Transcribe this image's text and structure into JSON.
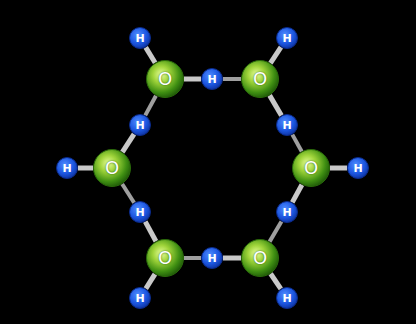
{
  "diagram": {
    "nodes": [
      {
        "text": [
          "H"
        ]
      },
      {
        "text": [
          "H"
        ]
      },
      {
        "text": [
          "O"
        ]
      },
      {
        "text": [
          "H"
        ]
      },
      {
        "text": [
          "O"
        ]
      },
      {
        "text": [
          "H"
        ]
      },
      {
        "text": [
          "H"
        ]
      },
      {
        "text": [
          "H"
        ]
      },
      {
        "text": [
          "O"
        ]
      },
      {
        "text": [
          "O"
        ]
      },
      {
        "text": [
          "H"
        ]
      },
      {
        "text": [
          "H"
        ]
      },
      {
        "text": [
          "H"
        ]
      },
      {
        "text": [
          "O"
        ]
      },
      {
        "text": [
          "H"
        ]
      },
      {
        "text": [
          "O"
        ]
      },
      {
        "text": [
          "H"
        ]
      },
      {
        "text": [
          "H"
        ]
      }
    ],
    "edges": [
      {
        "from": 2,
        "to": 0,
        "arrow": "none"
      },
      {
        "from": 2,
        "to": 3,
        "arrow": "none"
      },
      {
        "from": 4,
        "to": 1,
        "arrow": "none"
      },
      {
        "from": 4,
        "to": 6,
        "arrow": "none"
      },
      {
        "from": 9,
        "to": 10,
        "arrow": "none"
      },
      {
        "from": 9,
        "to": 12,
        "arrow": "none"
      },
      {
        "from": 15,
        "to": 14,
        "arrow": "none"
      },
      {
        "from": 15,
        "to": 17,
        "arrow": "none"
      },
      {
        "from": 13,
        "to": 16,
        "arrow": "none"
      },
      {
        "from": 13,
        "to": 11,
        "arrow": "none"
      },
      {
        "from": 8,
        "to": 7,
        "arrow": "none"
      },
      {
        "from": 8,
        "to": 5,
        "arrow": "none"
      },
      {
        "from": 3,
        "to": 4,
        "arrow": "none"
      },
      {
        "from": 6,
        "to": 9,
        "arrow": "none"
      },
      {
        "from": 12,
        "to": 15,
        "arrow": "none"
      },
      {
        "from": 14,
        "to": 13,
        "arrow": "none"
      },
      {
        "from": 11,
        "to": 8,
        "arrow": "none"
      },
      {
        "from": 5,
        "to": 2,
        "arrow": "none"
      }
    ]
  }
}
